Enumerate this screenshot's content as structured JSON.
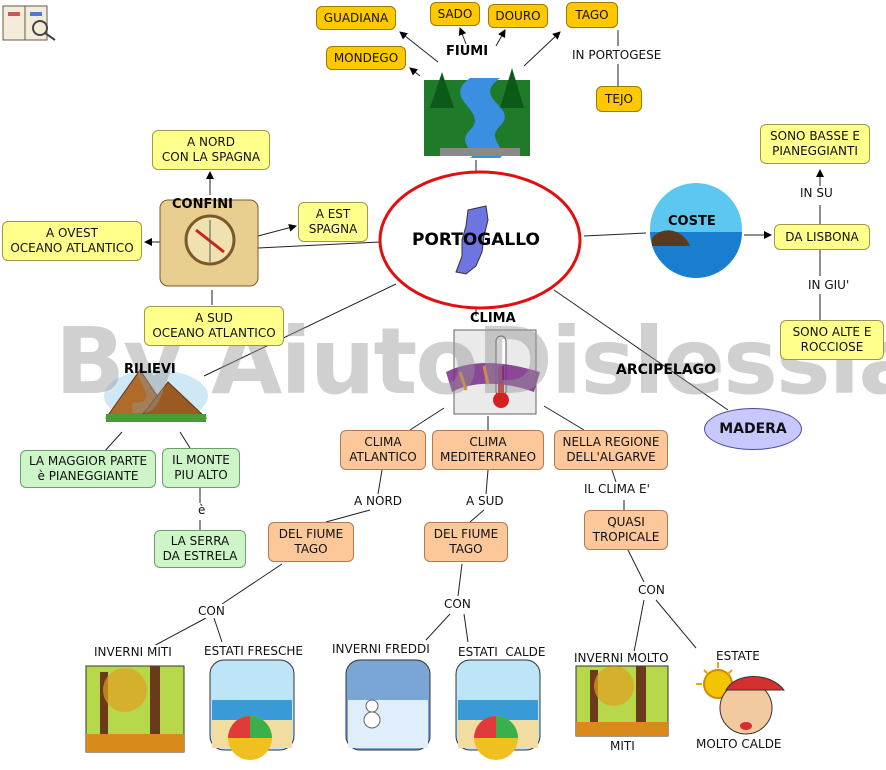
{
  "center": {
    "title": "PORTOGALLO"
  },
  "fiumi": {
    "title": "FIUMI",
    "rivers": [
      "GUADIANA",
      "SADO",
      "DOURO",
      "TAGO",
      "MONDEGO",
      "TEJO"
    ],
    "in_portoghese": "IN PORTOGESE"
  },
  "confini": {
    "title": "CONFINI",
    "nord": "A NORD\nCON LA SPAGNA",
    "ovest": "A OVEST\nOCEANO ATLANTICO",
    "est": "A EST\nSPAGNA",
    "sud": "A SUD\nOCEANO ATLANTICO"
  },
  "coste": {
    "title": "COSTE",
    "da_lisbona": "DA LISBONA",
    "in_su": "IN SU",
    "in_giu": "IN GIU'",
    "basse": "SONO BASSE E\nPIANEGGIANTI",
    "alte": "SONO ALTE E\nROCCIOSE"
  },
  "rilievi": {
    "title": "RILIEVI",
    "maggior_parte": "LA MAGGIOR PARTE\nè PIANEGGIANTE",
    "monte": "IL MONTE\nPIU ALTO",
    "e": "è",
    "serra": "LA SERRA\nDA ESTRELA"
  },
  "arcipelago": {
    "title": "ARCIPELAGO",
    "madera": "MADERA"
  },
  "clima": {
    "title": "CLIMA",
    "atlantico": "CLIMA\nATLANTICO",
    "mediterraneo": "CLIMA\nMEDITERRANEO",
    "algarve": "NELLA REGIONE\nDELL'ALGARVE",
    "a_nord": "A NORD",
    "a_sud": "A SUD",
    "il_clima_e": "IL CLIMA E'",
    "fiume_tago_nord": "DEL FIUME\nTAGO",
    "fiume_tago_sud": "DEL FIUME\nTAGO",
    "quasi_tropicale": "QUASI\nTROPICALE",
    "con": "CON",
    "inverni_miti": "INVERNI MITI",
    "estati_fresche": "ESTATI FRESCHE",
    "inverni_freddi": "INVERNI FREDDI",
    "estati_calde": "ESTATI  CALDE",
    "inverni_molto": "INVERNI MOLTO",
    "miti": "MITI",
    "estate": "ESTATE",
    "molto_calde": "MOLTO CALDE"
  },
  "watermark": "By AiutoDislessia.net"
}
